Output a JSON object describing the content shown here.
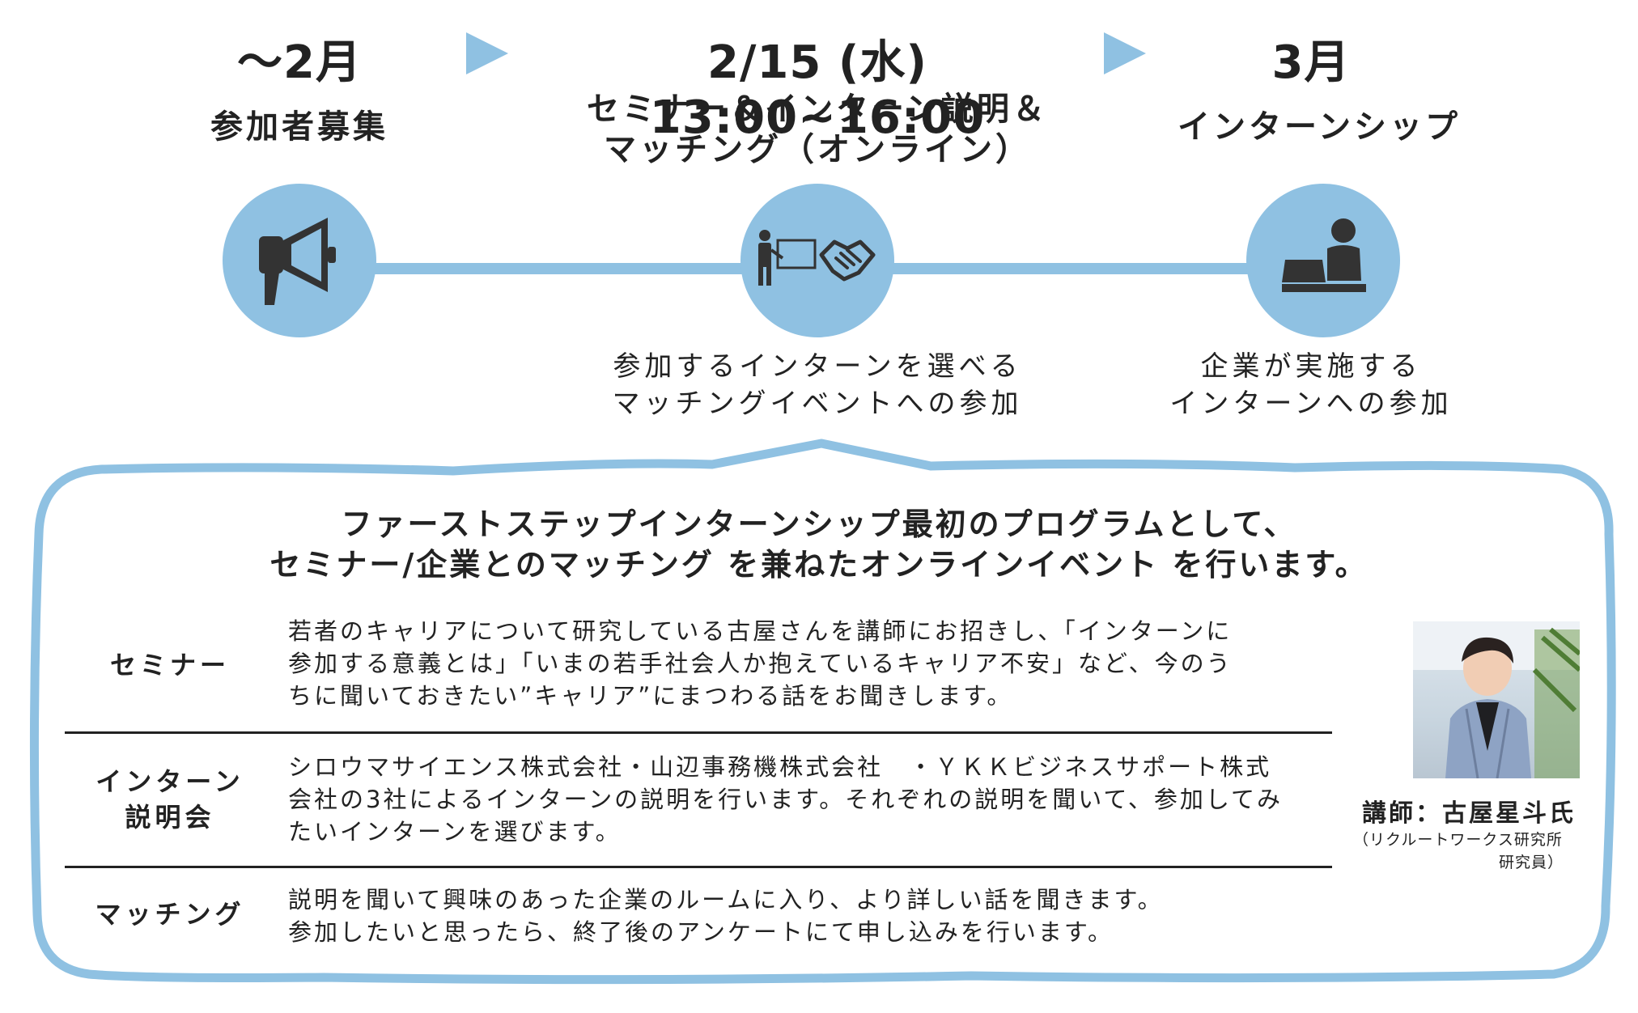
{
  "timeline": {
    "phases": [
      {
        "date": "〜2月",
        "title": "参加者募集",
        "icon": "megaphone-icon"
      },
      {
        "date": "2/15 (水) 13:00~16:00",
        "title_line1": "セミナー＆インターン説明＆",
        "title_line2": "マッチング（オンライン）",
        "icon": "presentation-handshake-icon",
        "desc_line1": "参加するインターンを選べる",
        "desc_line2": "マッチングイベントへの参加"
      },
      {
        "date": "3月",
        "title": "インターンシップ",
        "icon": "laptop-user-icon",
        "desc_line1": "企業が実施する",
        "desc_line2": "インターンへの参加"
      }
    ],
    "accent_color": "#8fc1e2",
    "icon_color": "#333333"
  },
  "program": {
    "headline_line1": "ファーストステップインターンシップ最初のプログラムとして、",
    "headline_line2": "セミナー/企業とのマッチング を兼ねたオンラインイベント を行います。",
    "rows": [
      {
        "label": "セミナー",
        "body": [
          "若者のキャリアについて研究している古屋さんを講師にお招きし、「インターンに",
          "参加する意義とは」「いまの若手社会人か抱えているキャリア不安」など、今のう",
          "ちに聞いておきたい”キャリア”にまつわる話をお聞きします。"
        ]
      },
      {
        "label_line1": "インターン",
        "label_line2": "説明会",
        "body": [
          "シロウマサイエンス株式会社・山辺事務機株式会社　・ＹＫＫビジネスサポート株式",
          "会社の3社によるインターンの説明を行います。それぞれの説明を聞いて、参加してみ",
          "たいインターンを選びます。"
        ]
      },
      {
        "label": "マッチング",
        "body": [
          "説明を聞いて興味のあった企業のルームに入り、より詳しい話を聞きます。",
          "参加したいと思ったら、終了後のアンケートにて申し込みを行います。"
        ]
      }
    ]
  },
  "lecturer": {
    "name": "講師：古屋星斗氏",
    "affiliation_line1": "（リクルートワークス研究所",
    "affiliation_line2": "研究員）"
  }
}
